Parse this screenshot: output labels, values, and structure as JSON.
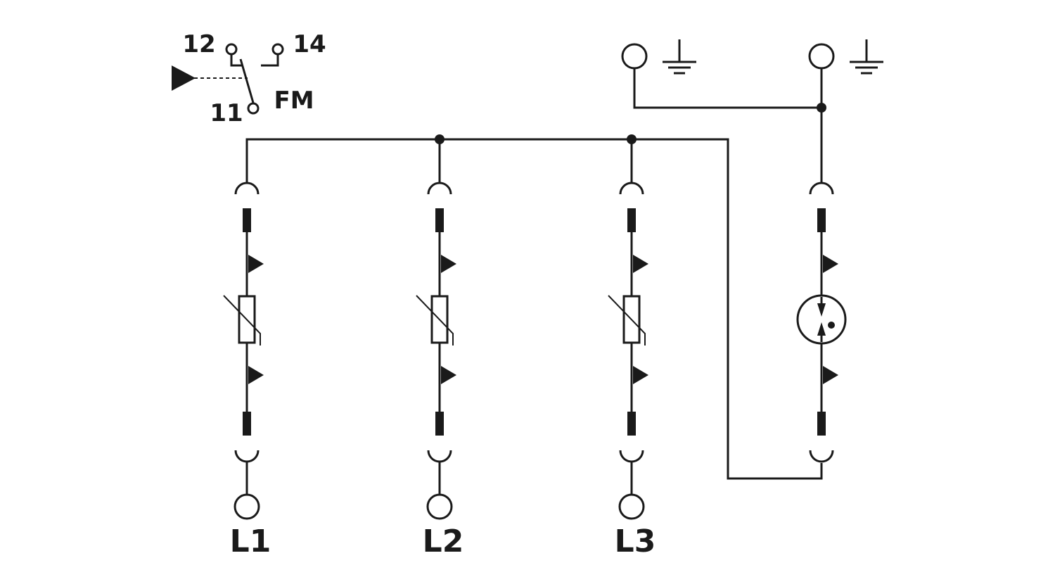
{
  "phases": [
    {
      "label": "L1"
    },
    {
      "label": "L2"
    },
    {
      "label": "L3"
    }
  ],
  "contact": {
    "pin_12": "12",
    "pin_14": "14",
    "pin_11": "11",
    "module_label": "FM"
  },
  "colors": {
    "ink": "#1a1a1a",
    "background": "#ffffff"
  }
}
